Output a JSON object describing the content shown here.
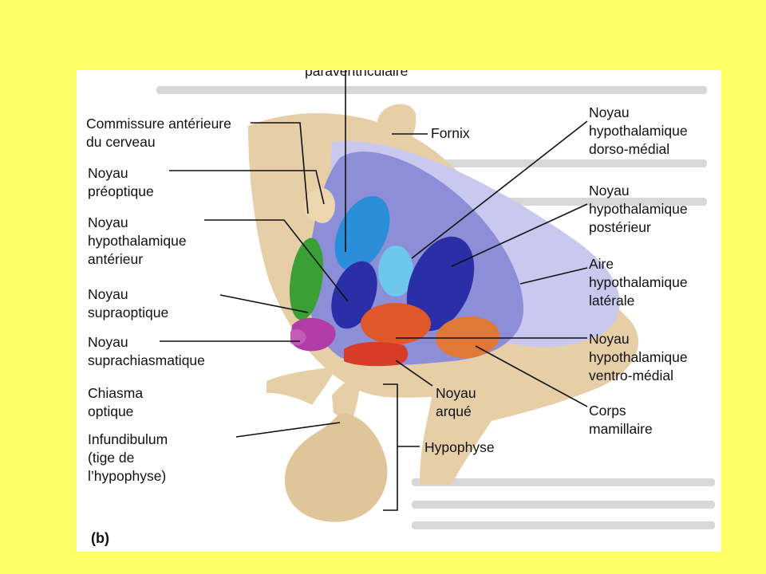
{
  "colors": {
    "page_background": "#ffff66",
    "figure_background": "#ffffff",
    "hypothalamus_region": "#8c8fd8",
    "lateral_area": "#c9c8ee",
    "brain_tissue": "#e6cfa6",
    "green_nucleus": "#3aa036",
    "magenta_nucleus": "#b23da8",
    "dark_blue_nucleus": "#2a2fa8",
    "blue_nucleus": "#2a8fd8",
    "light_blue_nucleus": "#6dc6ec",
    "orange_nucleus": "#e0582a",
    "red_nucleus": "#d83c28",
    "mammillary_body": "#e07838"
  },
  "labels": {
    "paraventriculaire": "paraventriculaire",
    "commissure": "Commissure antérieure\ndu cerveau",
    "fornix": "Fornix",
    "preoptique": "Noyau\npréoptique",
    "dorso_medial": "Noyau\nhypothalamique\ndorso-médial",
    "anterieur": "Noyau\nhypothalamique\nantérieur",
    "posterieur": "Noyau\nhypothalamique\npostérieur",
    "aire_laterale": "Aire\nhypothalamique\nlatérale",
    "supraoptique": "Noyau\nsupraoptique",
    "suprachiasmatique": "Noyau\nsuprachiasmatique",
    "ventro_medial": "Noyau\nhypothalamique\nventro-médial",
    "chiasma": "Chiasma\noptique",
    "arque": "Noyau\narqué",
    "corps_mamillaire": "Corps\nmamillaire",
    "infundibulum": "Infundibulum\n(tige de\nl’hypophyse)",
    "hypophyse": "Hypophyse",
    "panel_letter": "(b)"
  }
}
